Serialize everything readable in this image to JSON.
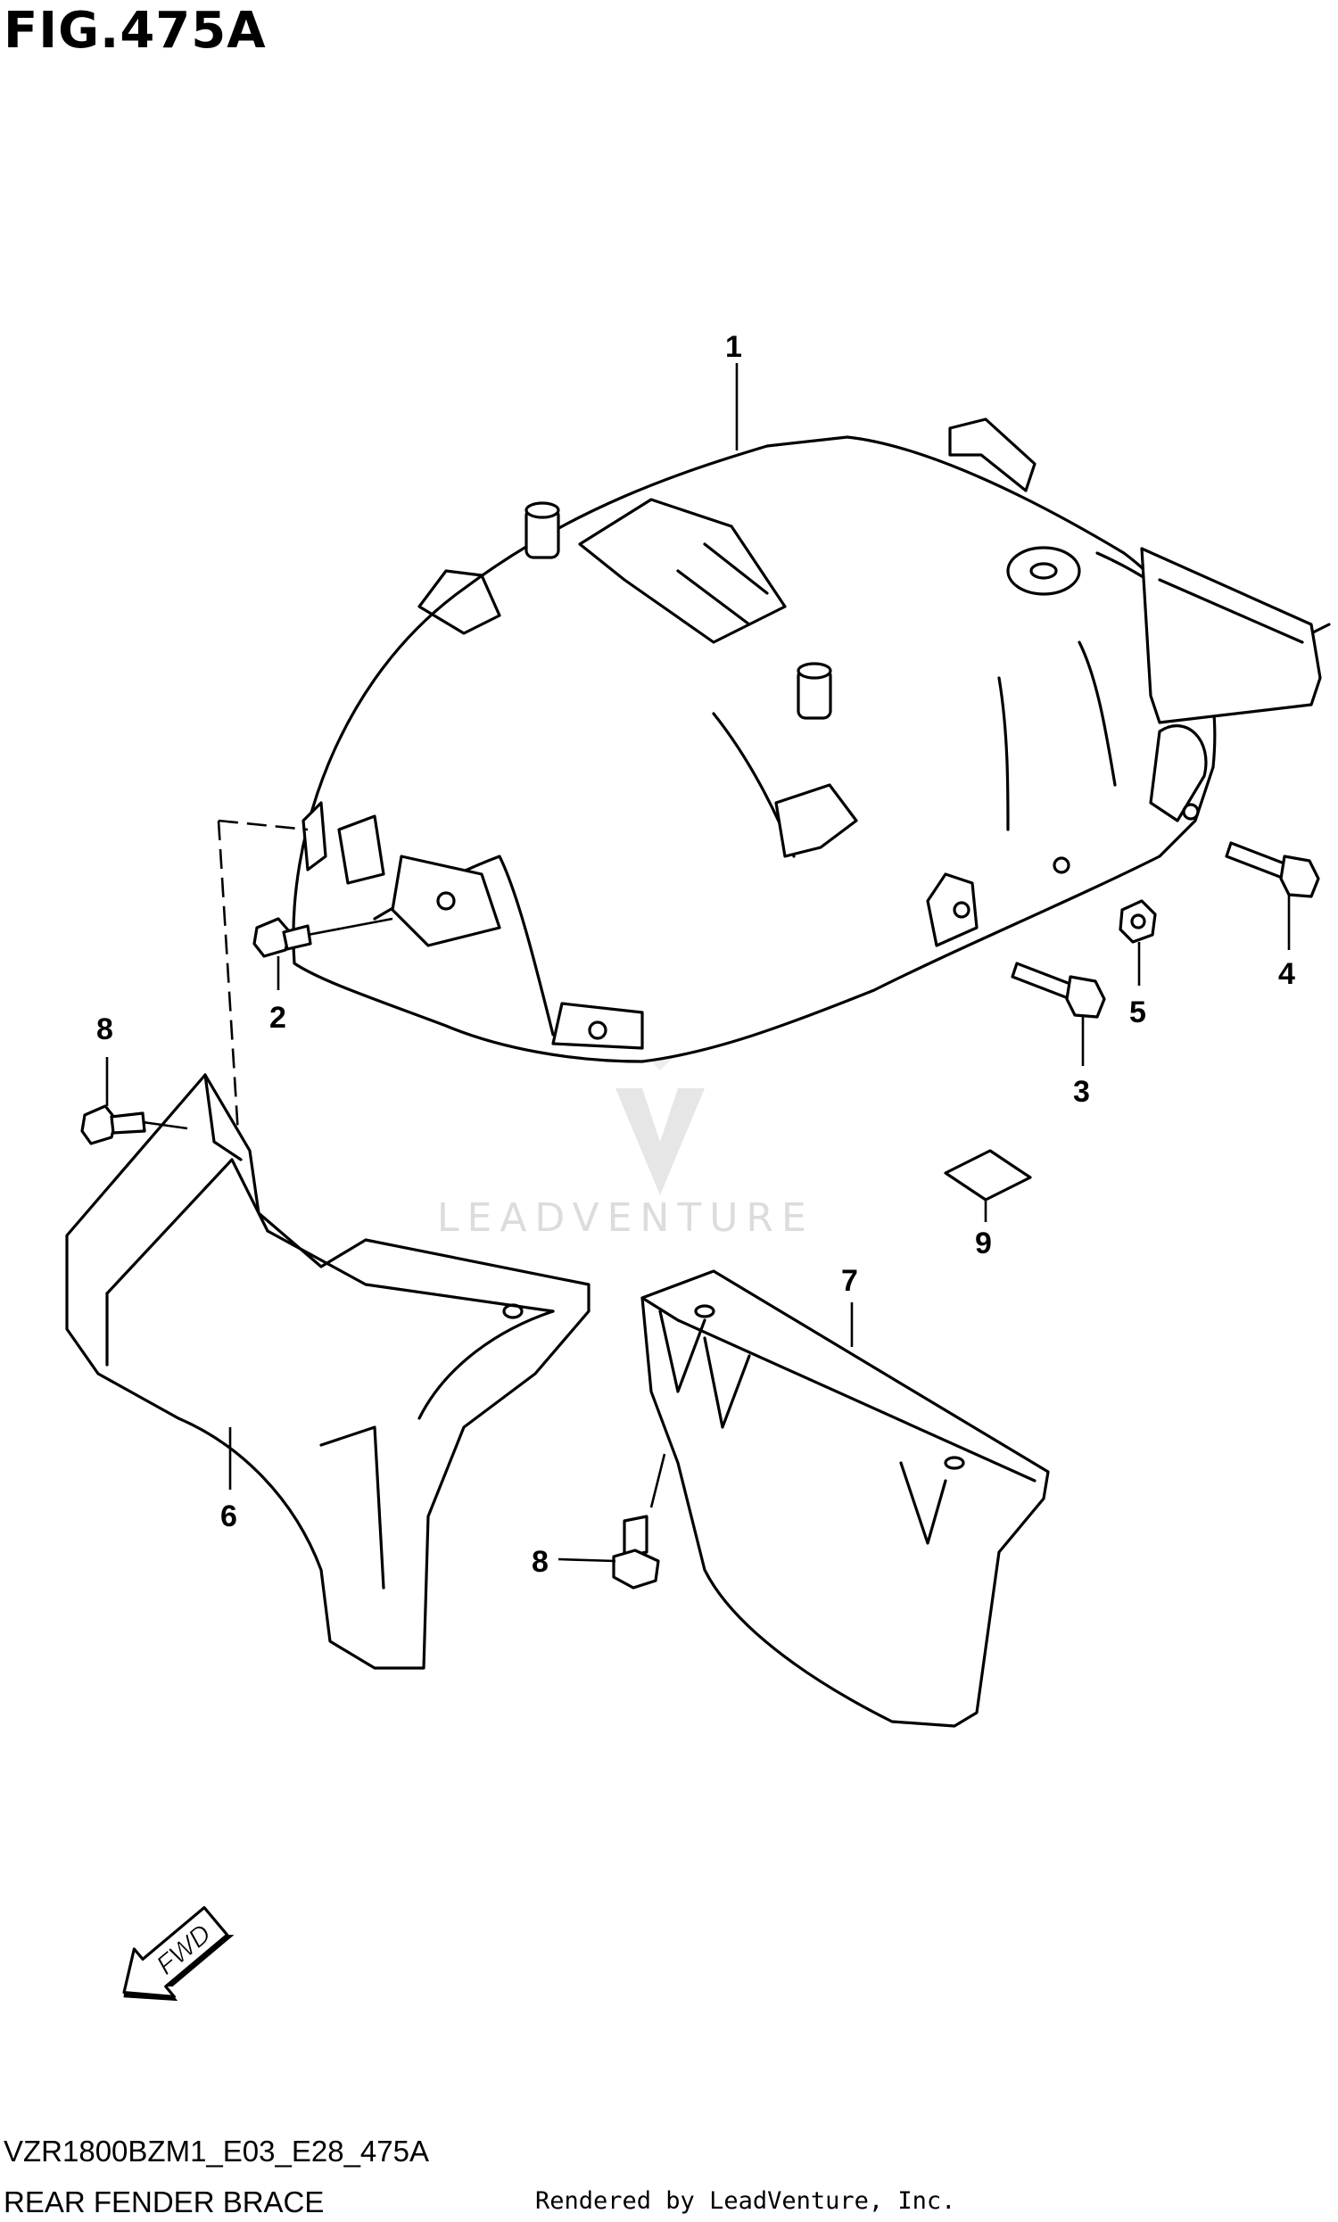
{
  "figure": {
    "title": "FIG.475A"
  },
  "callouts": [
    "1",
    "2",
    "3",
    "4",
    "5",
    "6",
    "7",
    "8",
    "8",
    "9"
  ],
  "direction_arrow": {
    "label": "FWD"
  },
  "watermark": {
    "text": "LEADVENTURE"
  },
  "footer": {
    "diagram_id": "VZR1800BZM1_E03_E28_475A",
    "diagram_name": "REAR FENDER BRACE",
    "credit": "Rendered by LeadVenture, Inc."
  }
}
